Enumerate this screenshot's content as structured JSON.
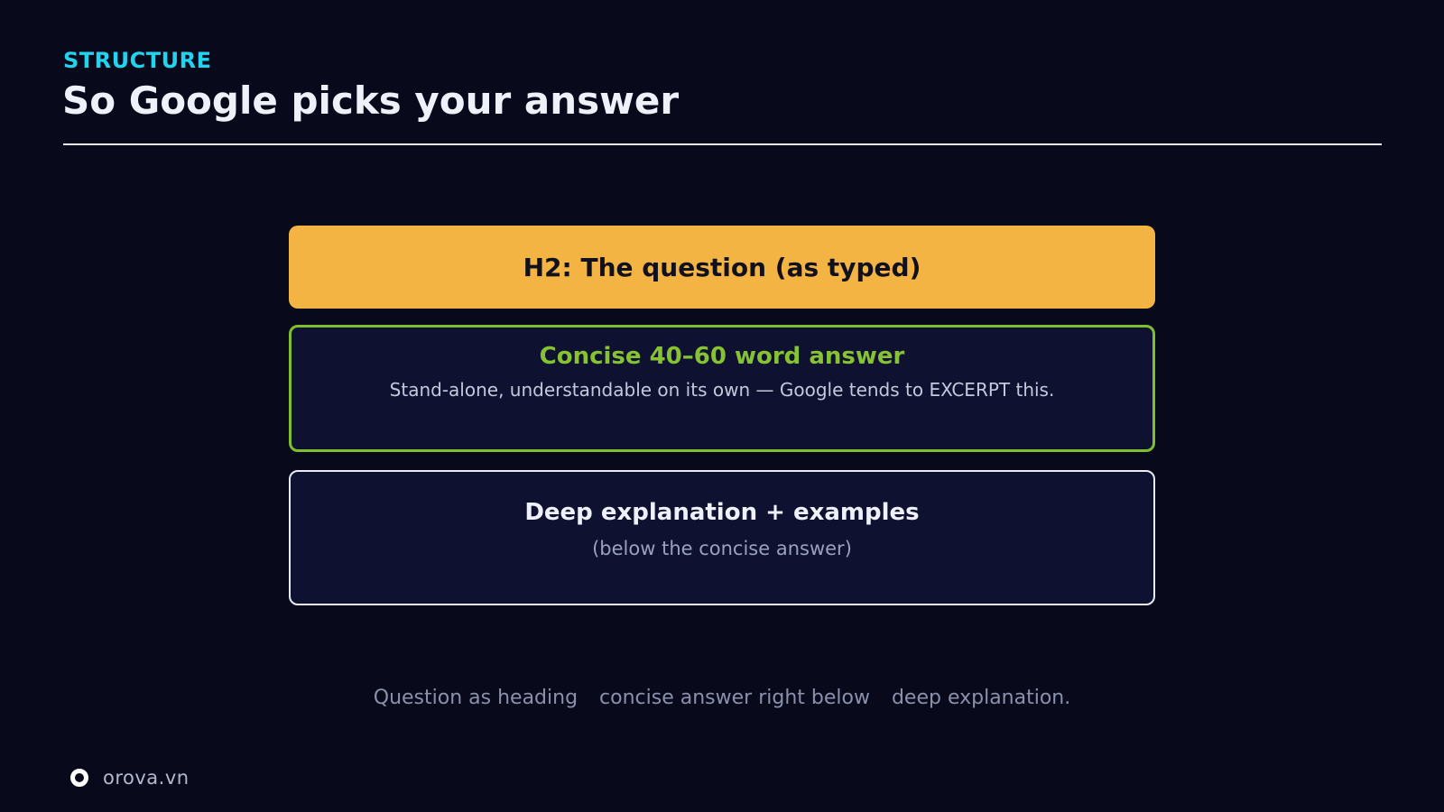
{
  "header": {
    "kicker": "STRUCTURE",
    "title": "So Google picks your answer"
  },
  "blocks": {
    "heading": {
      "label": "H2: The question (as typed)"
    },
    "answer": {
      "title": "Concise 40–60 word answer",
      "description": "Stand-alone, understandable on its own — Google tends to EXCERPT this."
    },
    "deep": {
      "title": "Deep explanation + examples",
      "subtitle": "(below the concise answer)"
    }
  },
  "summary": {
    "parts": [
      "Question as heading",
      "concise answer right below",
      "deep explanation."
    ]
  },
  "footer": {
    "brand": "orova.vn"
  },
  "colors": {
    "background": "#080a1c",
    "accent_cyan": "#22d3ee",
    "heading_block": "#f4b443",
    "answer_border": "#7fbf2e",
    "answer_title": "#86c232",
    "card_background": "#0e1230"
  },
  "icons": {
    "brand_logo": "ring-logo-icon"
  }
}
